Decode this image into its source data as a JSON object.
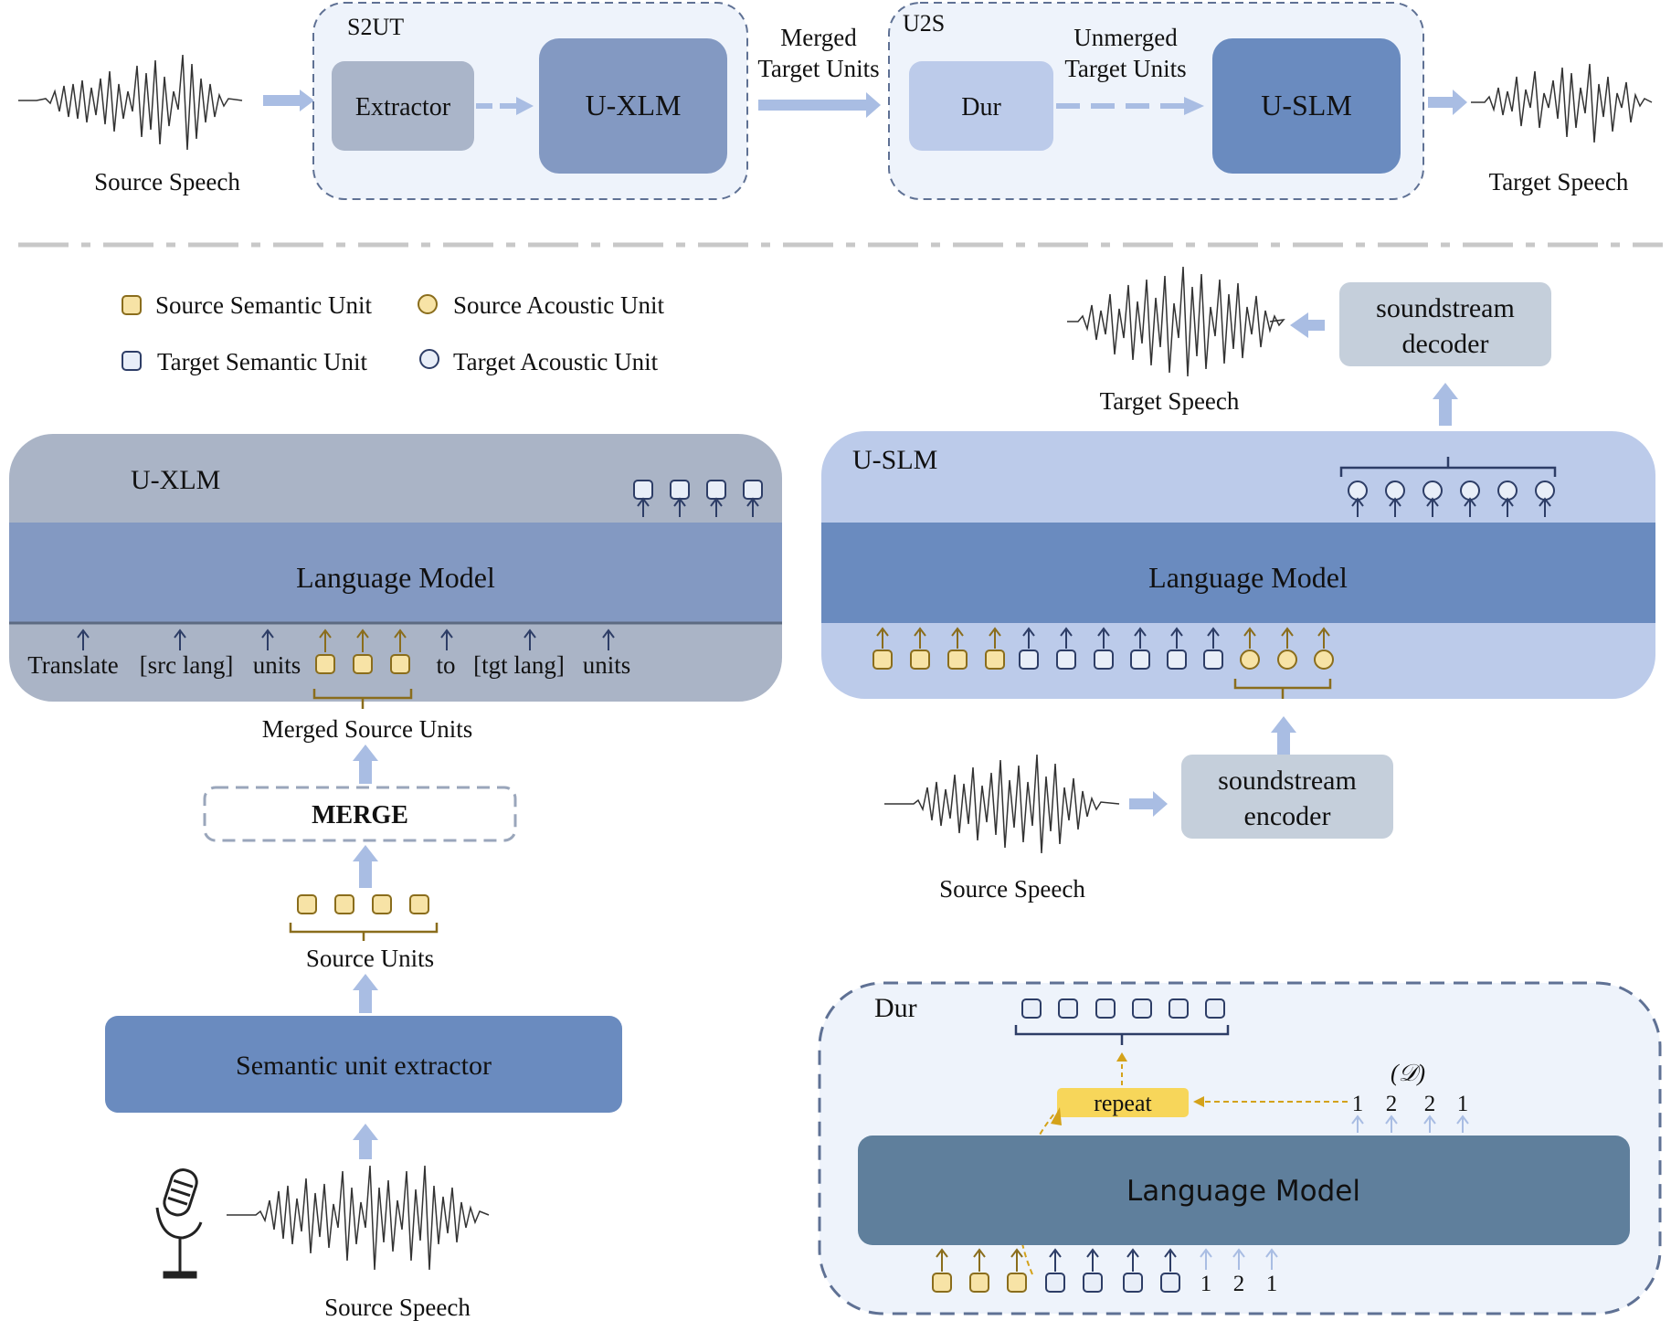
{
  "top": {
    "s2ut_label": "S2UT",
    "u2s_label": "U2S",
    "extractor": "Extractor",
    "uxlm": "U-XLM",
    "merged_1": "Merged",
    "merged_2": "Target Units",
    "dur": "Dur",
    "unmerged_1": "Unmerged",
    "unmerged_2": "Target Units",
    "uslm": "U-SLM",
    "source_speech": "Source Speech",
    "target_speech": "Target Speech"
  },
  "legend": {
    "source_semantic": "Source Semantic Unit",
    "source_acoustic": "Source Acoustic Unit",
    "target_semantic": "Target Semantic Unit",
    "target_acoustic": "Target Acoustic Unit"
  },
  "uxlm_panel": {
    "title": "U-XLM",
    "lm": "Language Model",
    "prompt_tokens": [
      "Translate",
      "[src lang]",
      "units",
      "to",
      "[tgt lang]",
      "units"
    ],
    "merged_source_units": "Merged Source Units",
    "merge": "MERGE",
    "source_units": "Source Units",
    "extractor": "Semantic unit extractor",
    "source_speech": "Source Speech"
  },
  "uslm_panel": {
    "title": "U-SLM",
    "lm": "Language Model",
    "decoder_1": "soundstream",
    "decoder_2": "decoder",
    "encoder_1": "soundstream",
    "encoder_2": "encoder",
    "target_speech": "Target Speech",
    "source_speech": "Source Speech"
  },
  "dur_panel": {
    "title": "Dur",
    "lm": "Language Model",
    "repeat": "repeat",
    "duration_symbol": "(𝒟)",
    "durations": [
      "1",
      "2",
      "2",
      "1"
    ],
    "input_durations": [
      "1",
      "2",
      "1"
    ]
  },
  "colors": {
    "arrow": "#a9bde3",
    "semantic_fill": "#f7e3a6",
    "semantic_stroke": "#8a6d1c",
    "target_stroke": "#2d3d66",
    "brace": "#8a6d1c"
  }
}
